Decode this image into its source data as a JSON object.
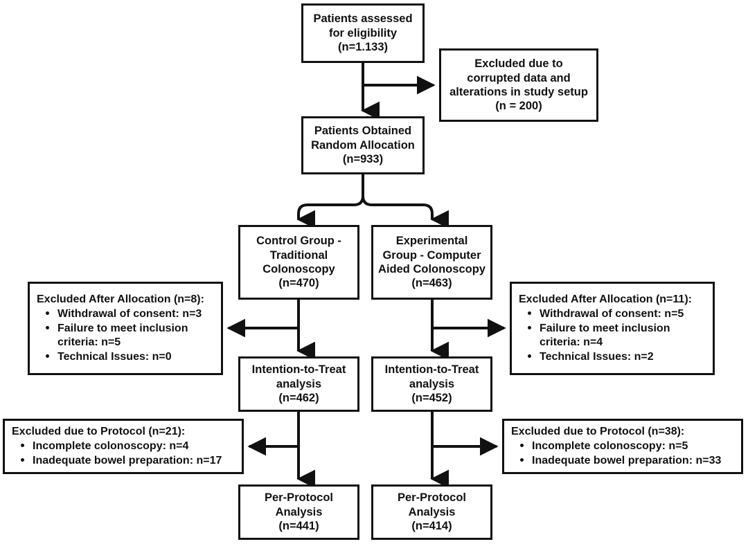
{
  "diagram": {
    "type": "consort-flow-diagram",
    "stroke_color": "#111111",
    "background_color": "#ffffff",
    "nodes": {
      "assessed": {
        "lines": [
          "Patients assessed",
          "for eligibility",
          "(n=1.133)"
        ]
      },
      "excluded_top": {
        "lines": [
          "Excluded due to",
          "corrupted data and",
          "alterations in study setup",
          "(n = 200)"
        ]
      },
      "random_allocation": {
        "lines": [
          "Patients Obtained",
          "Random Allocation",
          "(n=933)"
        ]
      },
      "control_group": {
        "lines": [
          "Control Group -",
          "Traditional",
          "Colonoscopy",
          "(n=470)"
        ]
      },
      "experimental_group": {
        "lines": [
          "Experimental",
          "Group - Computer",
          "Aided Colonoscopy",
          "(n=463)"
        ]
      },
      "excluded_allocation_left": {
        "title": "Excluded After Allocation (n=8):",
        "bullets": [
          "Withdrawal of consent: n=3",
          "Failure to meet inclusion criteria: n=5",
          "Technical Issues: n=0"
        ]
      },
      "excluded_allocation_right": {
        "title": "Excluded After Allocation (n=11):",
        "bullets": [
          "Withdrawal of consent: n=5",
          "Failure to meet inclusion criteria: n=4",
          "Technical Issues: n=2"
        ]
      },
      "itt_left": {
        "lines": [
          "Intention-to-Treat",
          "analysis",
          "(n=462)"
        ]
      },
      "itt_right": {
        "lines": [
          "Intention-to-Treat",
          "analysis",
          "(n=452)"
        ]
      },
      "excluded_protocol_left": {
        "title": "Excluded due to Protocol (n=21):",
        "bullets": [
          "Incomplete colonoscopy: n=4",
          "Inadequate bowel preparation: n=17"
        ]
      },
      "excluded_protocol_right": {
        "title": "Excluded due to Protocol (n=38):",
        "bullets": [
          "Incomplete colonoscopy: n=5",
          "Inadequate bowel preparation: n=33"
        ]
      },
      "per_protocol_left": {
        "lines": [
          "Per-Protocol",
          "Analysis",
          "(n=441)"
        ]
      },
      "per_protocol_right": {
        "lines": [
          "Per-Protocol",
          "Analysis",
          "(n=414)"
        ]
      }
    }
  }
}
